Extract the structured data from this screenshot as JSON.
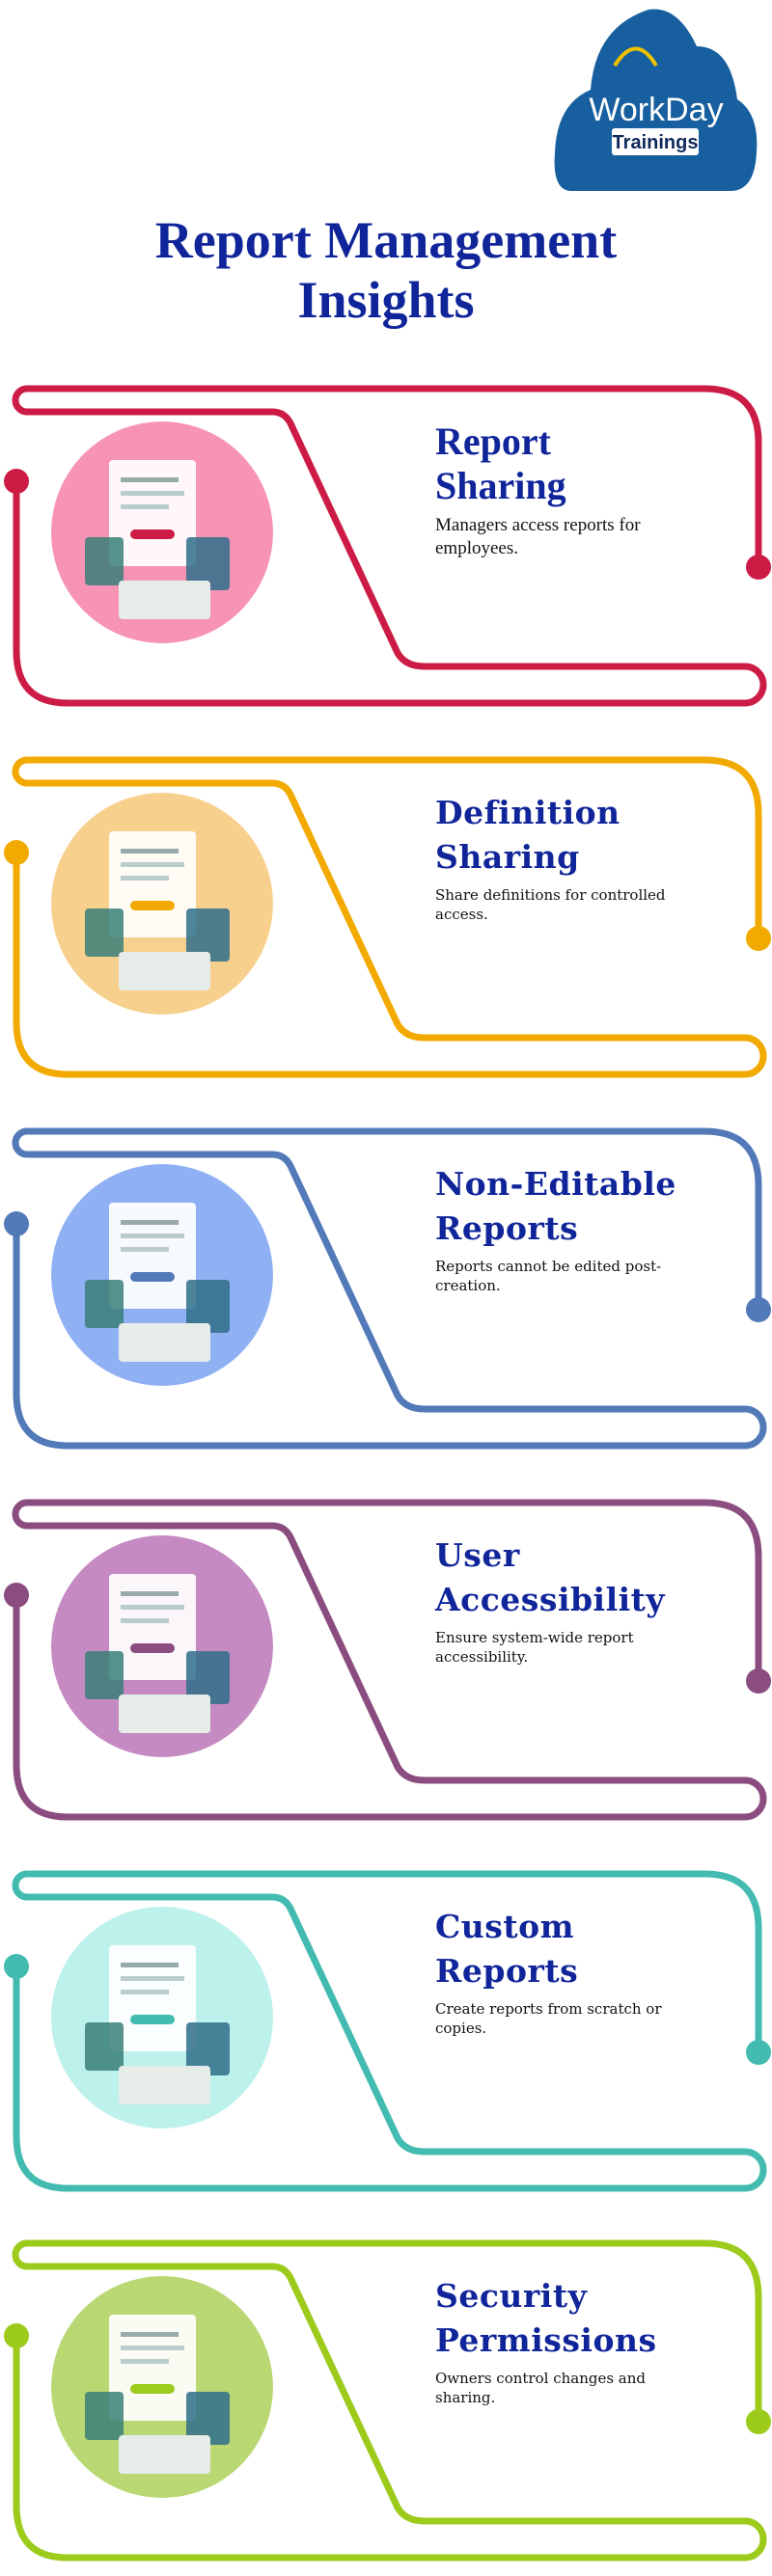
{
  "logo": {
    "brand": "WorkDay",
    "sub": "Trainings"
  },
  "title": {
    "line1": "Report Management",
    "line2": "Insights"
  },
  "sections": [
    {
      "heading1": "Report",
      "heading2": "Sharing",
      "description": "Managers access reports for employees.",
      "color": "#cc1c46",
      "circle": "#f794b6",
      "icon": "report-sharing-illustration"
    },
    {
      "heading1": "Definition",
      "heading2": "Sharing",
      "description": "Share definitions for controlled access.",
      "color": "#f2a900",
      "circle": "#f8d08e",
      "icon": "definition-sharing-illustration"
    },
    {
      "heading1": "Non-Editable",
      "heading2": "Reports",
      "description": "Reports cannot be edited post-creation.",
      "color": "#5279b8",
      "circle": "#8fb0f2",
      "icon": "non-editable-reports-illustration"
    },
    {
      "heading1": "User",
      "heading2": "Accessibility",
      "description": "Ensure system-wide report accessibility.",
      "color": "#8b4c80",
      "circle": "#c58ac2",
      "icon": "user-accessibility-illustration"
    },
    {
      "heading1": "Custom",
      "heading2": "Reports",
      "description": "Create reports from scratch or copies.",
      "color": "#43bbb0",
      "circle": "#bdf1ec",
      "icon": "custom-reports-illustration"
    },
    {
      "heading1": "Security",
      "heading2": "Permissions",
      "description": "Owners control changes and sharing.",
      "color": "#9ccb1c",
      "circle": "#b9d874",
      "icon": "security-permissions-illustration"
    }
  ]
}
